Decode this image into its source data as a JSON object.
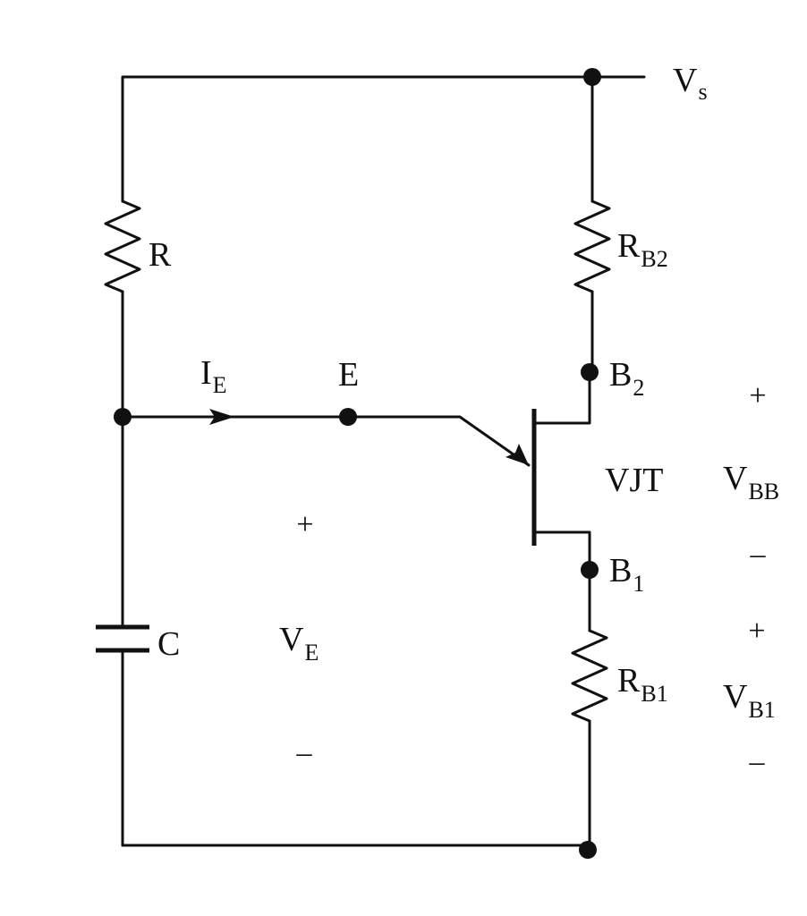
{
  "labels": {
    "vs": {
      "main": "V",
      "sub": "s"
    },
    "r": "R",
    "rb2": {
      "main": "R",
      "sub": "B2"
    },
    "ie": {
      "main": "I",
      "sub": "E"
    },
    "e": "E",
    "b2": {
      "main": "B",
      "sub": "2"
    },
    "vjt": "VJT",
    "vbb": {
      "main": "V",
      "sub": "BB"
    },
    "b1": {
      "main": "B",
      "sub": "1"
    },
    "c": "C",
    "ve": {
      "main": "V",
      "sub": "E"
    },
    "rb1": {
      "main": "R",
      "sub": "B1"
    },
    "vb1": {
      "main": "V",
      "sub": "B1"
    }
  },
  "polarity": {
    "plus": "+",
    "minus": "–"
  }
}
